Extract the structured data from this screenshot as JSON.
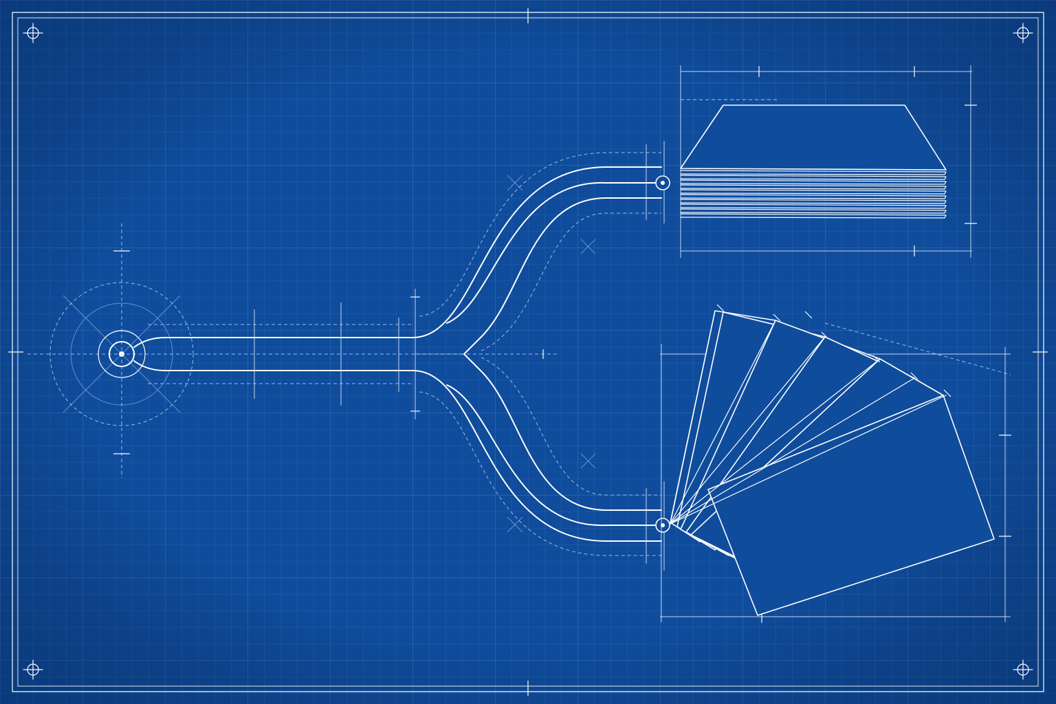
{
  "palette": {
    "background": "#0f4c9c",
    "grid_minor": "#2d65b3",
    "grid_major": "#3d74c0",
    "line": "#ffffff",
    "construction": "#cfe0ff"
  },
  "diagram": {
    "kind": "blueprint-schematic",
    "components": [
      "source-node-icon",
      "main-channel",
      "split-junction",
      "upper-branch",
      "lower-branch",
      "stacked-sheets",
      "fanned-sheets"
    ],
    "stacked_sheet_count": 10,
    "fanned_sheet_count": 7
  }
}
